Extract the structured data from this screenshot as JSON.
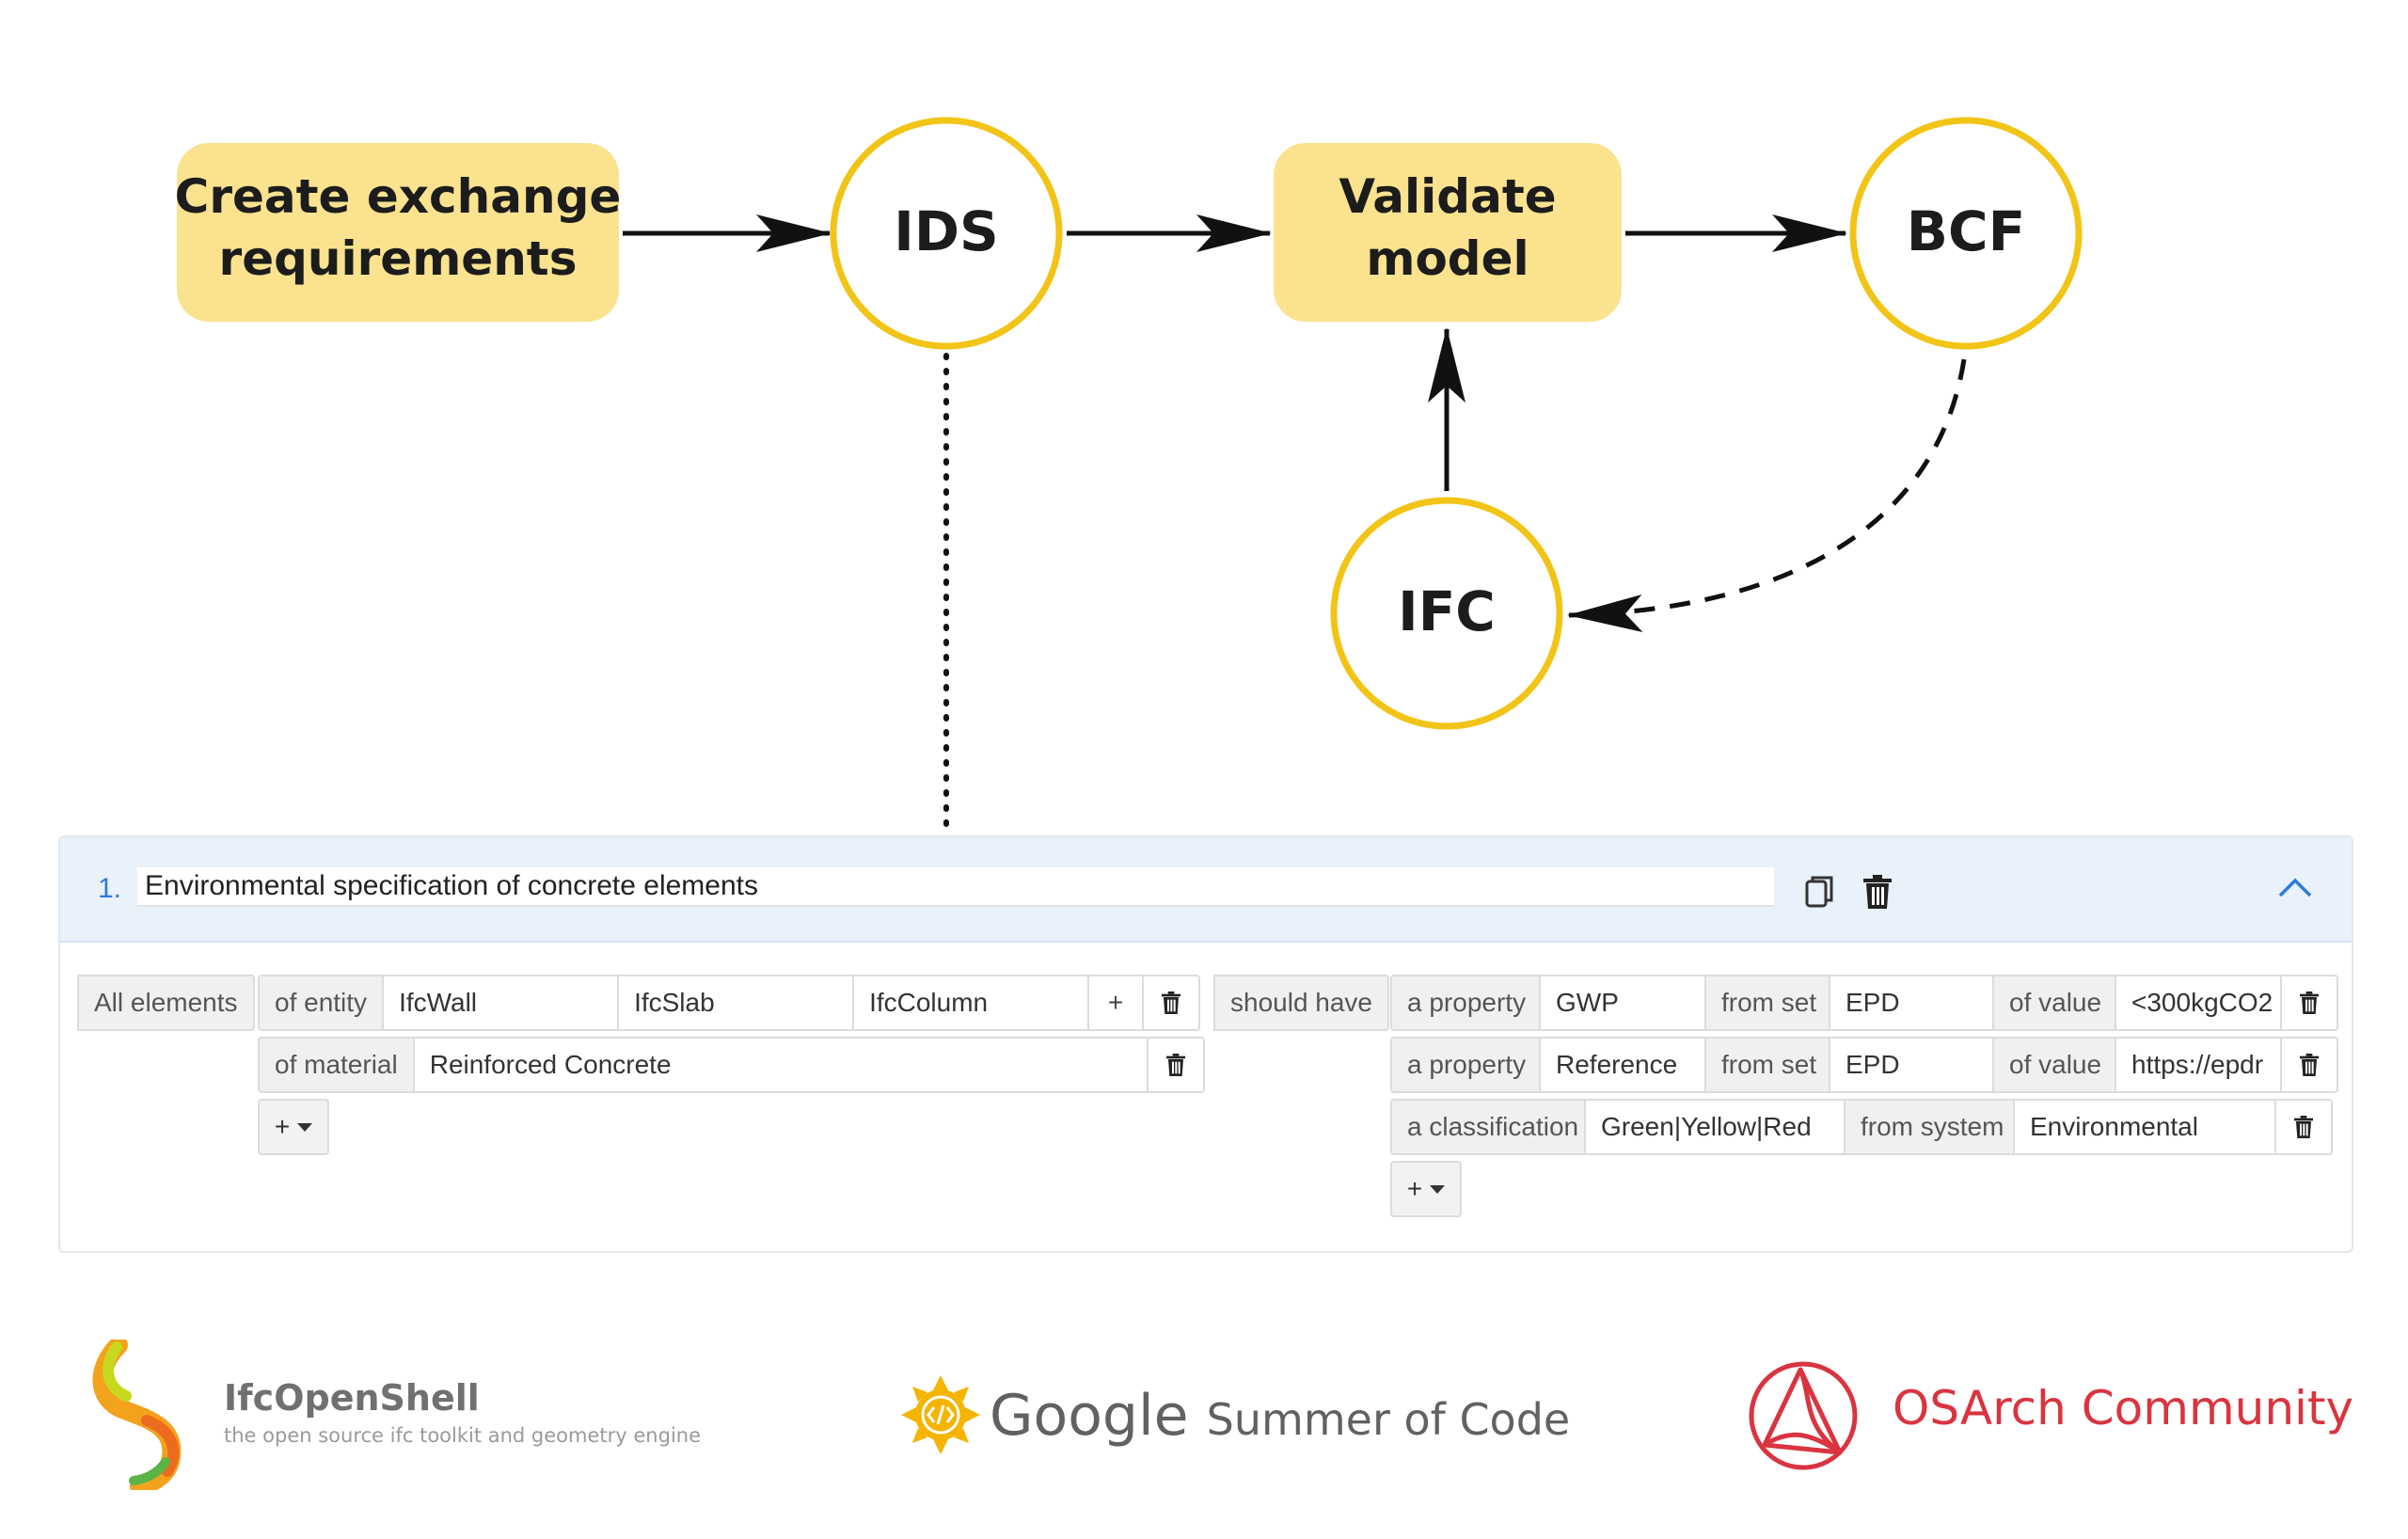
{
  "diagram": {
    "nodes": {
      "create": {
        "line1": "Create exchange",
        "line2": "requirements"
      },
      "ids": "IDS",
      "validate": {
        "line1": "Validate",
        "line2": "model"
      },
      "bcf": "BCF",
      "ifc": "IFC"
    },
    "colors": {
      "box_fill": "#fbe28f",
      "circle_stroke": "#f2c417",
      "arrow": "#111111"
    }
  },
  "spec": {
    "number": "1.",
    "name": "Environmental specification of concrete elements",
    "applicability": {
      "scope": "All elements",
      "entity": {
        "label": "of entity",
        "values": [
          "IfcWall",
          "IfcSlab",
          "IfcColumn"
        ],
        "add": "+"
      },
      "material": {
        "label": "of material",
        "value": "Reinforced Concrete"
      },
      "add": "+"
    },
    "should_have": "should have",
    "requirements": [
      {
        "facet": "a property",
        "name": "GWP",
        "set_label": "from set",
        "set": "EPD",
        "value_label": "of value",
        "value": "<300kgCO2"
      },
      {
        "facet": "a property",
        "name": "Reference",
        "set_label": "from set",
        "set": "EPD",
        "value_label": "of value",
        "value": "https://epdr"
      },
      {
        "facet": "a classification",
        "name": "Green|Yellow|Red",
        "system_label": "from system",
        "system": "Environmental"
      }
    ],
    "requirements_add": "+"
  },
  "logos": {
    "ifcopenshell": {
      "name": "IfcOpenShell",
      "tagline": "the open source ifc toolkit and geometry engine"
    },
    "gsoc": {
      "brand": "Google",
      "rest": "Summer of Code"
    },
    "osarch": {
      "name": "OSArch Community",
      "color": "#d9343f"
    }
  }
}
